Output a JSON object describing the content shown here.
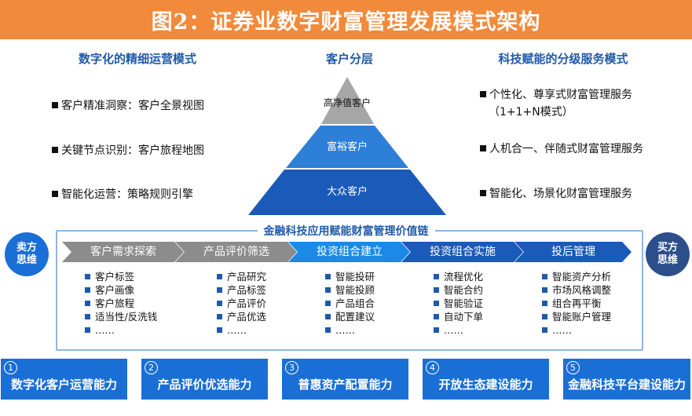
{
  "title": "图2：证券业数字财富管理发展模式架构",
  "left_section": {
    "heading": "数字化的精细运营模式",
    "items": [
      "客户精准洞察：客户全景视图",
      "关键节点识别：客户旅程地图",
      "智能化运营：策略规则引擎"
    ]
  },
  "center_section": {
    "heading": "客户分层",
    "tiers": [
      "高净值客户",
      "富裕客户",
      "大众客户"
    ]
  },
  "right_section": {
    "heading": "科技赋能的分级服务模式",
    "items": [
      "个性化、尊享式财富管理服务",
      "（1+1+N模式）",
      "人机合一、伴随式财富管理服务",
      "智能化、场景化财富管理服务"
    ]
  },
  "value_chain": {
    "title": "金融科技应用赋能财富管理价值链",
    "left_circle": "卖方思维",
    "right_circle": "买方思维",
    "stages": [
      {
        "label": "客户需求探索",
        "items": [
          "客户标签",
          "客户画像",
          "客户旅程",
          "适当性/反洗钱",
          "……"
        ]
      },
      {
        "label": "产品评价筛选",
        "items": [
          "产品研究",
          "产品标签",
          "产品评价",
          "产品优选",
          "……"
        ]
      },
      {
        "label": "投资组合建立",
        "items": [
          "智能投研",
          "智能投顾",
          "产品组合",
          "配置建议",
          "……"
        ]
      },
      {
        "label": "投资组合实施",
        "items": [
          "流程优化",
          "智能合约",
          "智能验证",
          "自动下单",
          "……"
        ]
      },
      {
        "label": "投后管理",
        "items": [
          "智能资产分析",
          "市场风格调整",
          "组合再平衡",
          "智能账户管理",
          "……"
        ]
      }
    ]
  },
  "capabilities": [
    {
      "num": "1",
      "label": "数字化客户运营能力"
    },
    {
      "num": "2",
      "label": "产品评价优选能力"
    },
    {
      "num": "3",
      "label": "普惠资产配置能力"
    },
    {
      "num": "4",
      "label": "开放生态建设能力"
    },
    {
      "num": "5",
      "label": "金融科技平台建设能力"
    }
  ],
  "colors": {
    "title_bg": "#f28a3b",
    "heading": "#1f5aa8",
    "pyramid_top": "#a6a6a6",
    "pyramid_mid": "#2d7fd8",
    "pyramid_bottom": "#1a5ab8",
    "arrow_grey": "#8c8c8c",
    "arrow_blue": "#1a8ae6",
    "arrow_dark": "#1a5ab8",
    "circle_left": "#1a6fd6",
    "circle_right": "#2c4f8c",
    "capability_bg": "#1a6fd6"
  }
}
